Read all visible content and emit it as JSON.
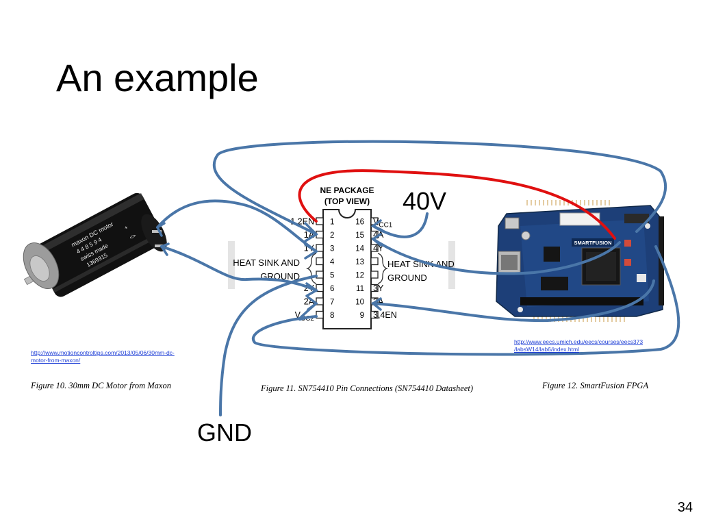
{
  "slide": {
    "title": "An example",
    "page_number": "34"
  },
  "labels": {
    "voltage": "40V",
    "ground": "GND"
  },
  "motor": {
    "brand": "maxon DC motor",
    "code": "4 4 8 5 9 4",
    "made": "swiss made",
    "serial": "1369315",
    "plus": "+",
    "minus": "<>",
    "source_url": "http://www.motioncontroltips.com/2013/05/06/30mm-dc-motor-from-maxon/",
    "caption": "Figure 10. 30mm DC Motor from Maxon"
  },
  "chip": {
    "package_line1": "NE PACKAGE",
    "package_line2": "(TOP VIEW)",
    "left_pins": [
      {
        "num": "1",
        "label": "1,2EN"
      },
      {
        "num": "2",
        "label": "1A"
      },
      {
        "num": "3",
        "label": "1Y"
      },
      {
        "num": "4",
        "label": ""
      },
      {
        "num": "5",
        "label": ""
      },
      {
        "num": "6",
        "label": "2Y"
      },
      {
        "num": "7",
        "label": "2A"
      },
      {
        "num": "8",
        "label": "V",
        "sub": "CC2"
      }
    ],
    "right_pins": [
      {
        "num": "16",
        "label": "V",
        "sub": "CC1"
      },
      {
        "num": "15",
        "label": "4A"
      },
      {
        "num": "14",
        "label": "4Y"
      },
      {
        "num": "13",
        "label": ""
      },
      {
        "num": "12",
        "label": ""
      },
      {
        "num": "11",
        "label": "3Y"
      },
      {
        "num": "10",
        "label": "3A"
      },
      {
        "num": "9",
        "label": "3,4EN"
      }
    ],
    "heat_sink_left_1": "HEAT SINK AND",
    "heat_sink_left_2": "GROUND",
    "heat_sink_right_1": "HEAT SINK AND",
    "heat_sink_right_2": "GROUND",
    "caption": "Figure 11. SN754410 Pin Connections (SN754410 Datasheet)"
  },
  "board": {
    "logo": "SMARTFUSION",
    "source_url_line1": "http://www.eecs.umich.edu/eecs/courses/eecs373",
    "source_url_line2": "/labsW14/lab6/index.html",
    "caption": "Figure 12. SmartFusion FPGA"
  },
  "colors": {
    "wire_blue": "#4a76a8",
    "wire_red": "#e01010",
    "link_blue": "#1f3fd6",
    "board_blue": "#1d3f78"
  }
}
